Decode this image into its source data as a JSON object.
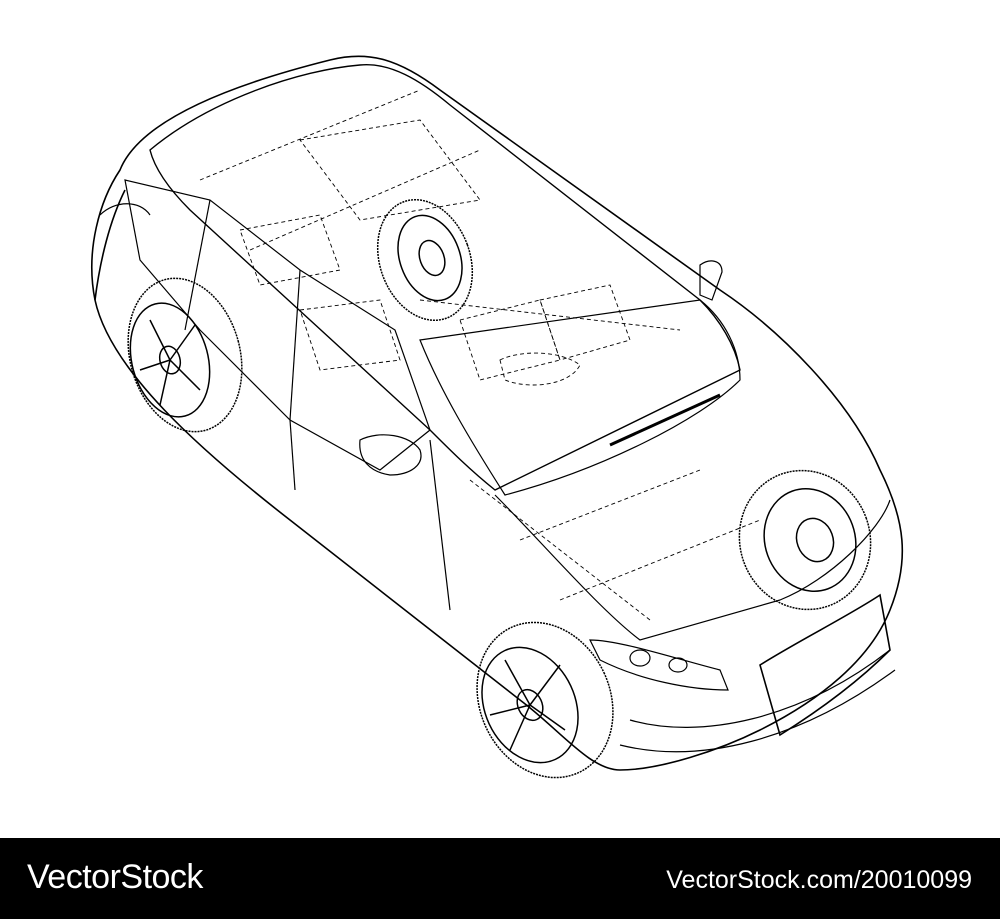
{
  "image": {
    "subject": "Wireframe line drawing of an SUV / station wagon, viewed from above at an angle, with visible interior seats, steering wheel and spare tires",
    "background_color": "#ffffff",
    "line_color": "#000000"
  },
  "footer": {
    "background_color": "#000000",
    "text_color": "#ffffff",
    "brand": "VectorStock",
    "stock_id": "VectorStock.com/20010099"
  }
}
